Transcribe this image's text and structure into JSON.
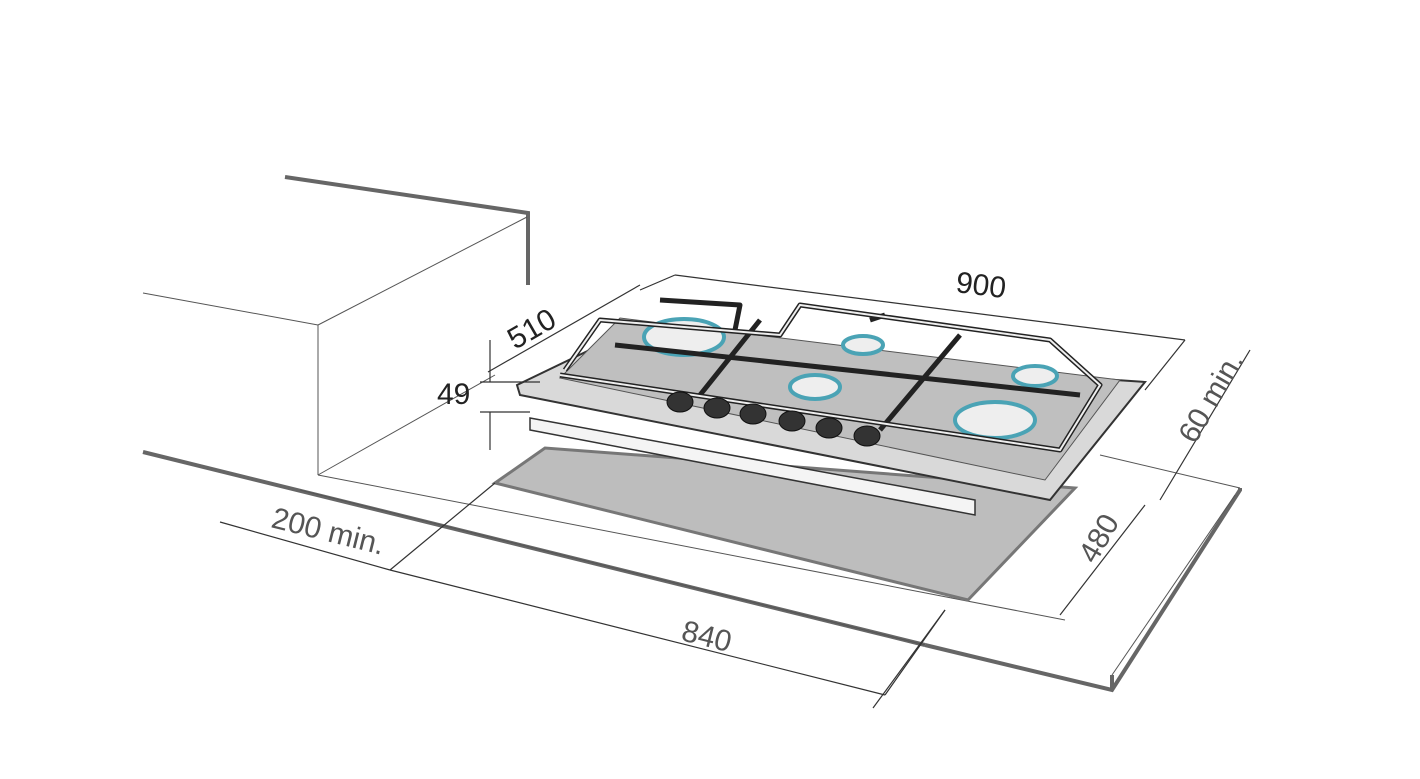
{
  "title": "Gas hob installation dimensions",
  "dimensions": {
    "width": "900",
    "depth": "510",
    "height": "49",
    "rear_clearance": "60 min.",
    "cutout_depth": "480",
    "cutout_width": "840",
    "side_clearance": "200 min."
  },
  "colors": {
    "line": "#555555",
    "cutout": "#bdbdbd",
    "burner_ring": "#4aa3b5"
  }
}
